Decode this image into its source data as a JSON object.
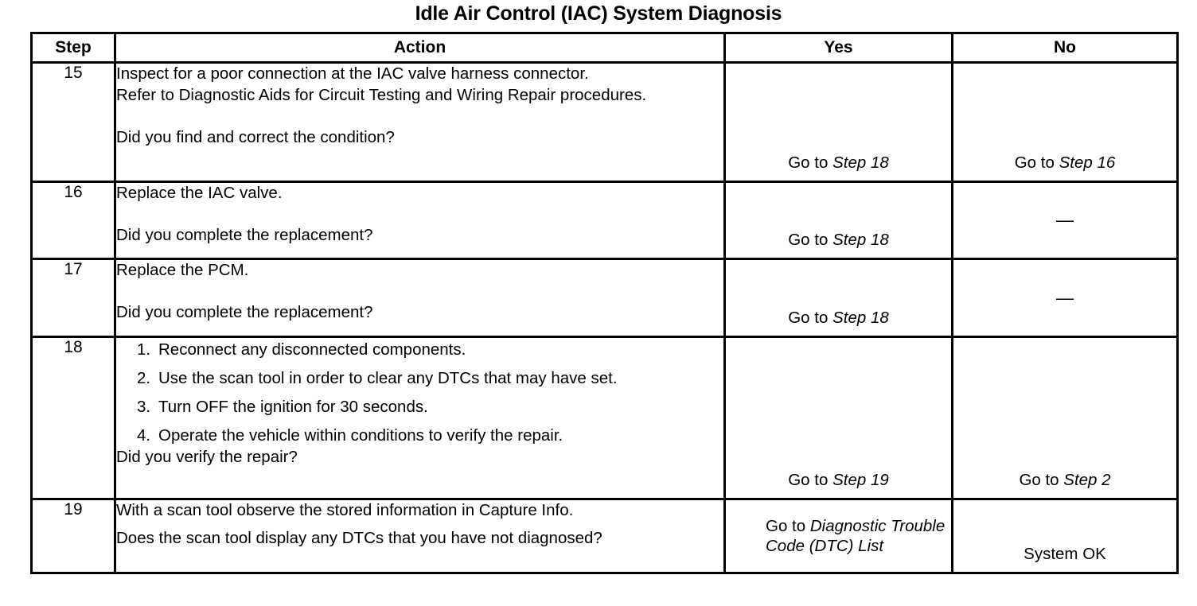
{
  "document": {
    "title": "Idle Air Control (IAC) System Diagnosis"
  },
  "table": {
    "headers": {
      "step": "Step",
      "action": "Action",
      "yes": "Yes",
      "no": "No"
    },
    "rows": [
      {
        "step": "15",
        "action_lines": [
          "Inspect for a poor connection at the IAC valve harness connector.",
          "Refer to Diagnostic Aids for Circuit Testing and Wiring Repair procedures.",
          "Did you find and correct the condition?"
        ],
        "yes_prefix": "Go to ",
        "yes_ref": "Step 18",
        "no_prefix": "Go to ",
        "no_ref": "Step 16"
      },
      {
        "step": "16",
        "action_lines": [
          "Replace the IAC valve.",
          "Did you complete the replacement?"
        ],
        "yes_prefix": "Go to ",
        "yes_ref": "Step 18",
        "no_text": "—"
      },
      {
        "step": "17",
        "action_lines": [
          "Replace the PCM.",
          "Did you complete the replacement?"
        ],
        "yes_prefix": "Go to ",
        "yes_ref": "Step 18",
        "no_text": "—"
      },
      {
        "step": "18",
        "list_items": [
          "Reconnect any disconnected components.",
          "Use the scan tool in order to clear any DTCs that may have set.",
          "Turn OFF the ignition for 30 seconds.",
          "Operate the vehicle within conditions to verify the repair."
        ],
        "question": "Did you verify the repair?",
        "yes_prefix": "Go to ",
        "yes_ref": "Step 19",
        "no_prefix": "Go to ",
        "no_ref": "Step 2"
      },
      {
        "step": "19",
        "action_lines": [
          "With a scan tool observe the stored information in Capture Info.",
          "Does the scan tool display any DTCs that you have not diagnosed?"
        ],
        "yes_prefix": "Go to ",
        "yes_ref": "Diagnostic Trouble Code (DTC) List",
        "no_text": "System OK"
      }
    ]
  }
}
